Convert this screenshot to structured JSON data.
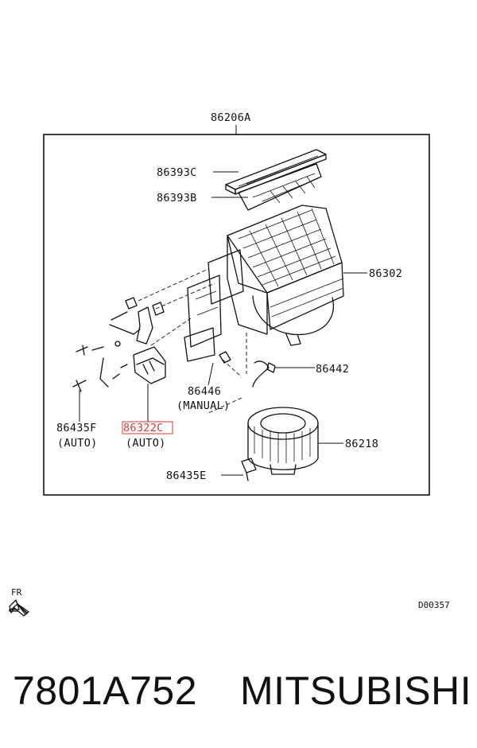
{
  "labels": {
    "assembly": "86206A",
    "filter_c": "86393C",
    "filter_b": "86393B",
    "case": "86302",
    "hose": "86442",
    "lever": "86446",
    "lever_note": "(MANUAL)",
    "screw_f": "86435F",
    "screw_f_note": "(AUTO)",
    "actuator": "86322C",
    "actuator_note": "(AUTO)",
    "motor": "86218",
    "screw_e": "86435E"
  },
  "orientation": "FR",
  "diagram_code": "D00357",
  "footer": {
    "part_number": "7801A752",
    "brand": "MITSUBISHI"
  },
  "colors": {
    "line": "#111111",
    "highlight": "#d23a3a"
  }
}
